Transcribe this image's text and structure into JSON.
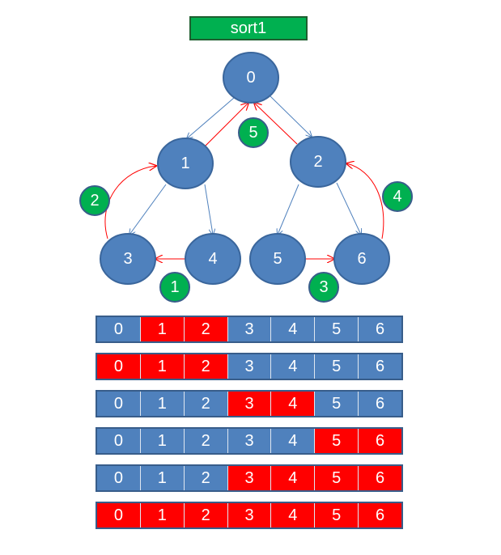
{
  "title": "sort1",
  "colors": {
    "node": "#4f81bd",
    "step": "#00b050",
    "highlight": "#ff0000",
    "title_bg": "#00b050"
  },
  "tree": {
    "nodes": [
      "0",
      "1",
      "2",
      "3",
      "4",
      "5",
      "6"
    ],
    "edges": [
      {
        "from": "0",
        "to": "1",
        "color": "blue"
      },
      {
        "from": "0",
        "to": "2",
        "color": "blue"
      },
      {
        "from": "1",
        "to": "3",
        "color": "blue"
      },
      {
        "from": "1",
        "to": "4",
        "color": "blue"
      },
      {
        "from": "2",
        "to": "5",
        "color": "blue"
      },
      {
        "from": "2",
        "to": "6",
        "color": "blue"
      },
      {
        "from": "4",
        "to": "3",
        "color": "red"
      },
      {
        "from": "3",
        "to": "1",
        "color": "red"
      },
      {
        "from": "5",
        "to": "6",
        "color": "red"
      },
      {
        "from": "6",
        "to": "2",
        "color": "red"
      },
      {
        "from": "1",
        "to": "0",
        "color": "red"
      },
      {
        "from": "2",
        "to": "0",
        "color": "red"
      }
    ]
  },
  "steps": [
    "1",
    "2",
    "3",
    "4",
    "5"
  ],
  "arrays": [
    {
      "values": [
        "0",
        "1",
        "2",
        "3",
        "4",
        "5",
        "6"
      ],
      "highlighted": [
        1,
        2
      ]
    },
    {
      "values": [
        "0",
        "1",
        "2",
        "3",
        "4",
        "5",
        "6"
      ],
      "highlighted": [
        0,
        1,
        2
      ]
    },
    {
      "values": [
        "0",
        "1",
        "2",
        "3",
        "4",
        "5",
        "6"
      ],
      "highlighted": [
        3,
        4
      ]
    },
    {
      "values": [
        "0",
        "1",
        "2",
        "3",
        "4",
        "5",
        "6"
      ],
      "highlighted": [
        5,
        6
      ]
    },
    {
      "values": [
        "0",
        "1",
        "2",
        "3",
        "4",
        "5",
        "6"
      ],
      "highlighted": [
        3,
        4,
        5,
        6
      ]
    },
    {
      "values": [
        "0",
        "1",
        "2",
        "3",
        "4",
        "5",
        "6"
      ],
      "highlighted": [
        0,
        1,
        2,
        3,
        4,
        5,
        6
      ]
    }
  ]
}
